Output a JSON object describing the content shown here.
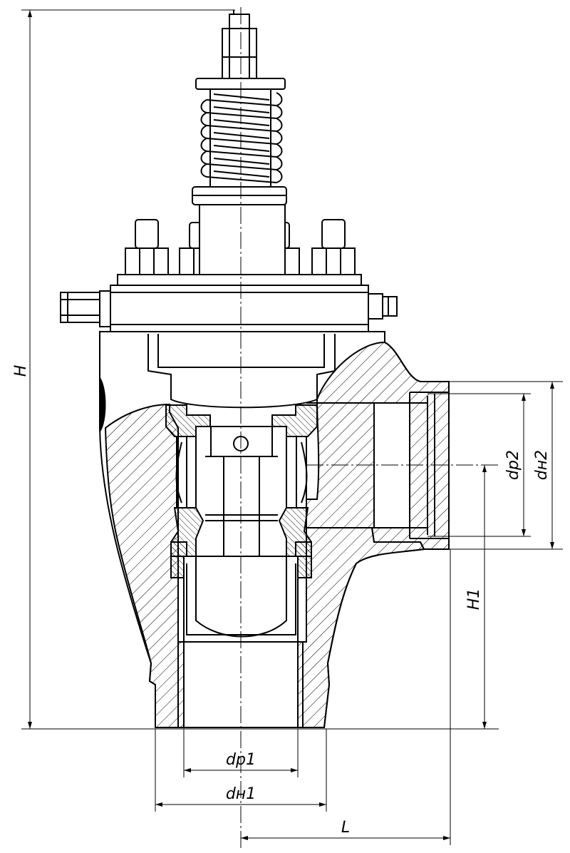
{
  "dimensions": {
    "H": "H",
    "H1": "H1",
    "L": "L",
    "dp1": "dp1",
    "dn1": "dн1",
    "dp2": "dp2",
    "dn2": "dн2"
  },
  "colors": {
    "line": "#000000",
    "background": "#ffffff"
  }
}
